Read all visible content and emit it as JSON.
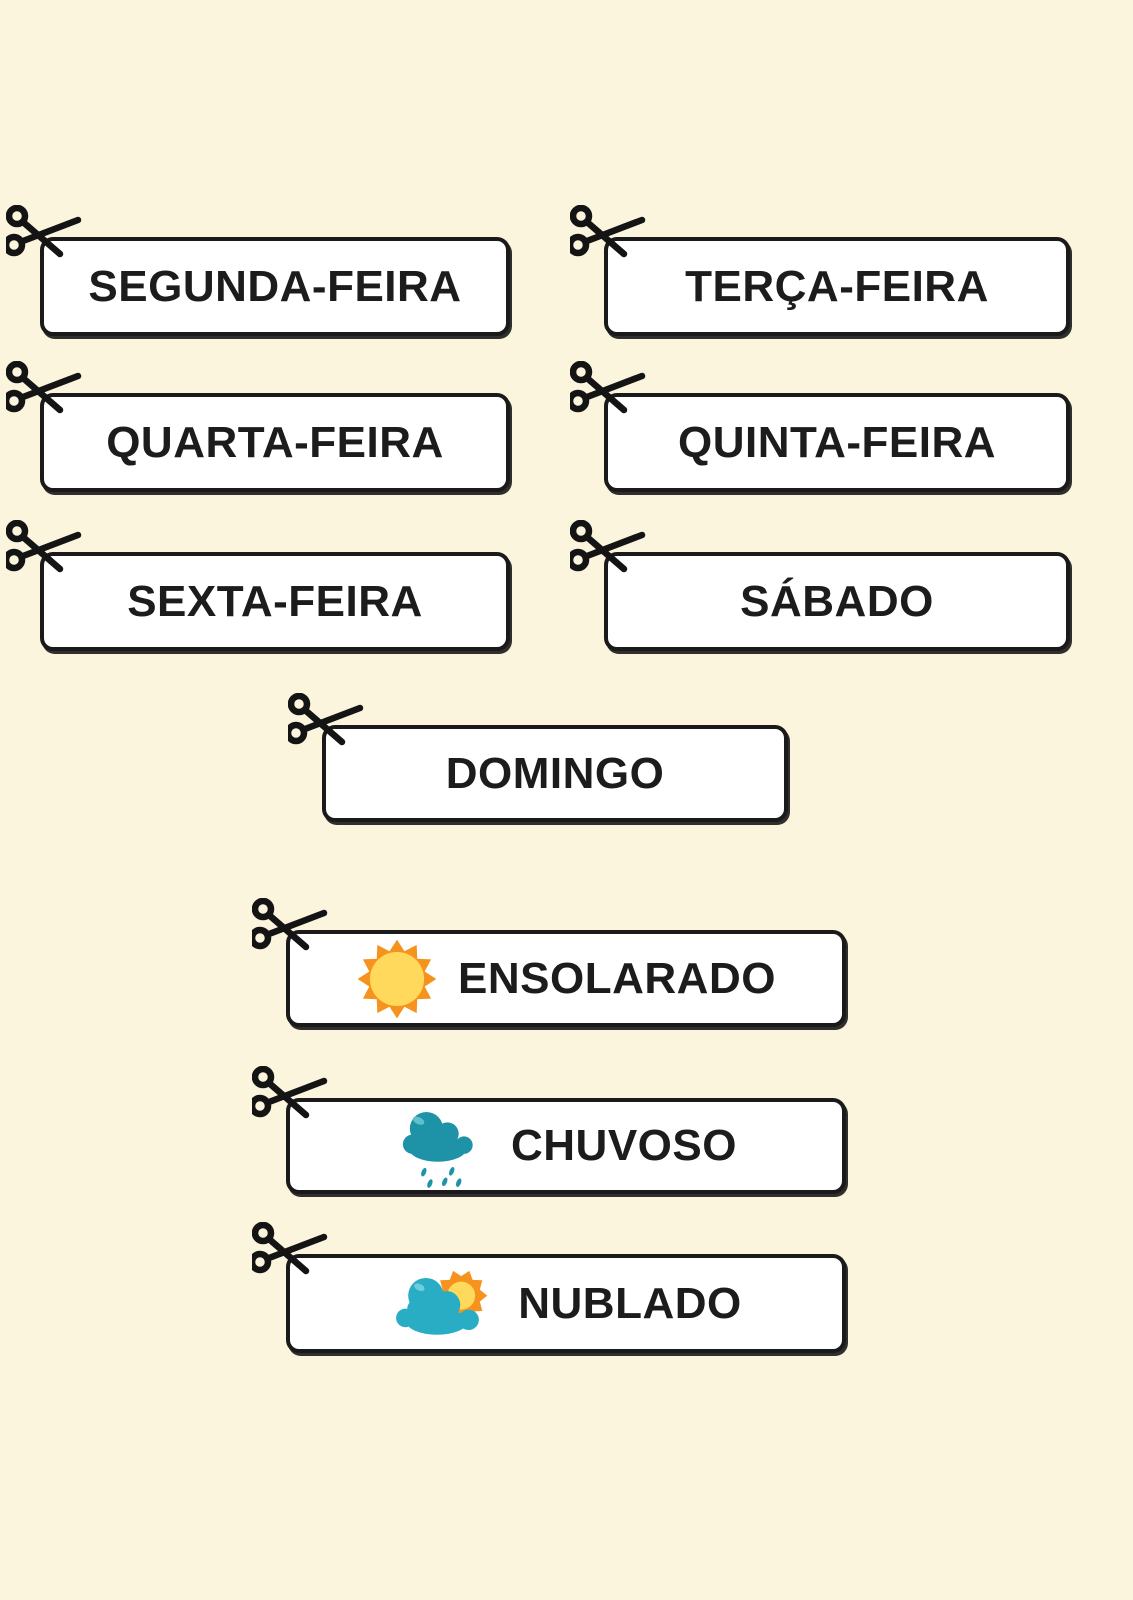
{
  "page": {
    "background_color": "#FBF5DE",
    "card_fill": "#FFFFFF",
    "card_border_color": "#1A1A1A",
    "text_color": "#1C1C1C",
    "scissors_color": "#141414"
  },
  "days": [
    {
      "id": "segunda",
      "label": "SEGUNDA-FEIRA"
    },
    {
      "id": "terca",
      "label": "TERÇA-FEIRA"
    },
    {
      "id": "quarta",
      "label": "QUARTA-FEIRA"
    },
    {
      "id": "quinta",
      "label": "QUINTA-FEIRA"
    },
    {
      "id": "sexta",
      "label": "SEXTA-FEIRA"
    },
    {
      "id": "sabado",
      "label": "SÁBADO"
    },
    {
      "id": "domingo",
      "label": "DOMINGO"
    }
  ],
  "weather": [
    {
      "id": "ensolarado",
      "label": "ENSOLARADO",
      "icon": "sun-icon",
      "icon_colors": {
        "rays": "#F6931E",
        "center": "#FFD95B"
      }
    },
    {
      "id": "chuvoso",
      "label": "CHUVOSO",
      "icon": "rain-cloud-icon",
      "icon_colors": {
        "cloud": "#1E93A8",
        "highlight": "#5FC0CE",
        "drops": "#1E93A8"
      }
    },
    {
      "id": "nublado",
      "label": "NUBLADO",
      "icon": "cloud-sun-icon",
      "icon_colors": {
        "cloud": "#29ADC4",
        "highlight": "#6FCCDC",
        "sun_rays": "#F6931E",
        "sun_center": "#FFD95B"
      }
    }
  ]
}
